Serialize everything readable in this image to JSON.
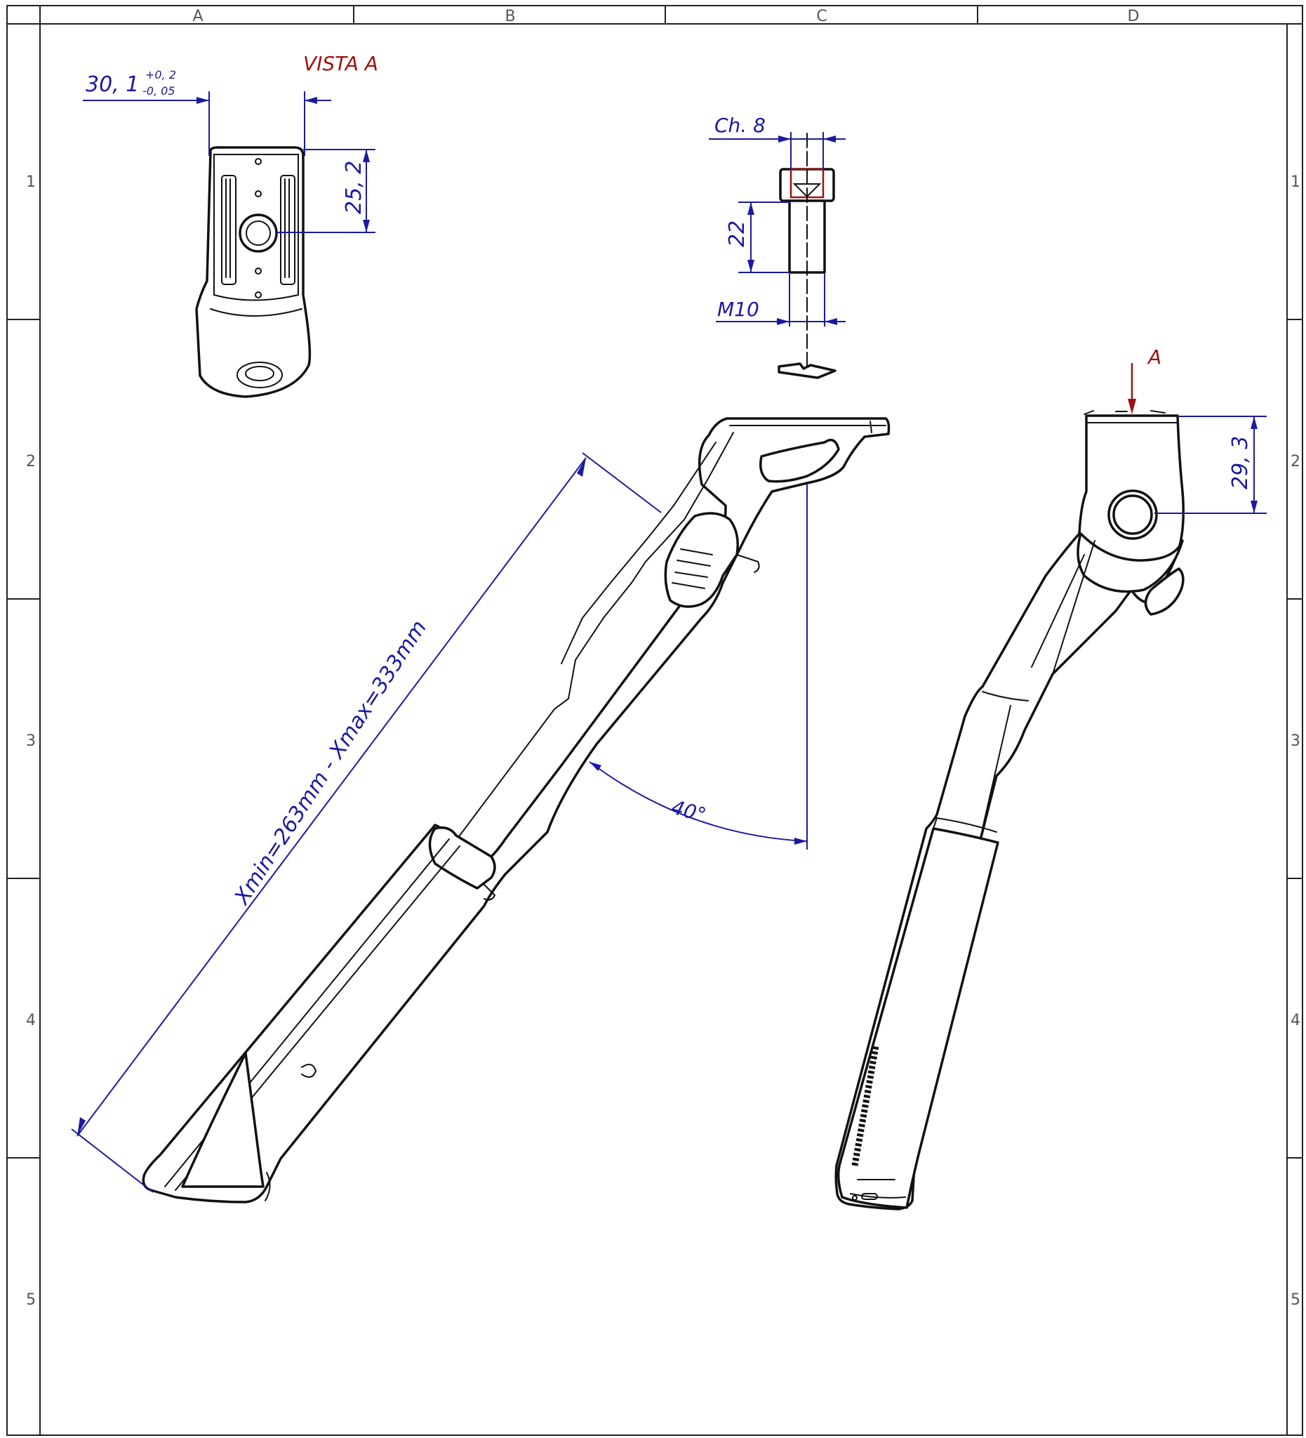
{
  "sheet": {
    "columns": [
      "A",
      "B",
      "C",
      "D"
    ],
    "rows": [
      "1",
      "2",
      "3",
      "4",
      "5"
    ]
  },
  "annotations": {
    "vista_title": "VISTA A",
    "width_dim_main": "30, 1",
    "width_tol_upper": "+0, 2",
    "width_tol_lower": "-0, 05",
    "height_dim_top": "25, 2",
    "bolt_hex": "Ch. 8",
    "bolt_length": "22",
    "bolt_thread": "M10",
    "length_range": "Xmin=263mm - Xmax=333mm",
    "angle": "40°",
    "view_marker": "A",
    "height_dim_side": "29, 3"
  },
  "colors": {
    "dimension": "#1a1aa0",
    "view_label": "#a01010",
    "part_outline": "#111111"
  }
}
